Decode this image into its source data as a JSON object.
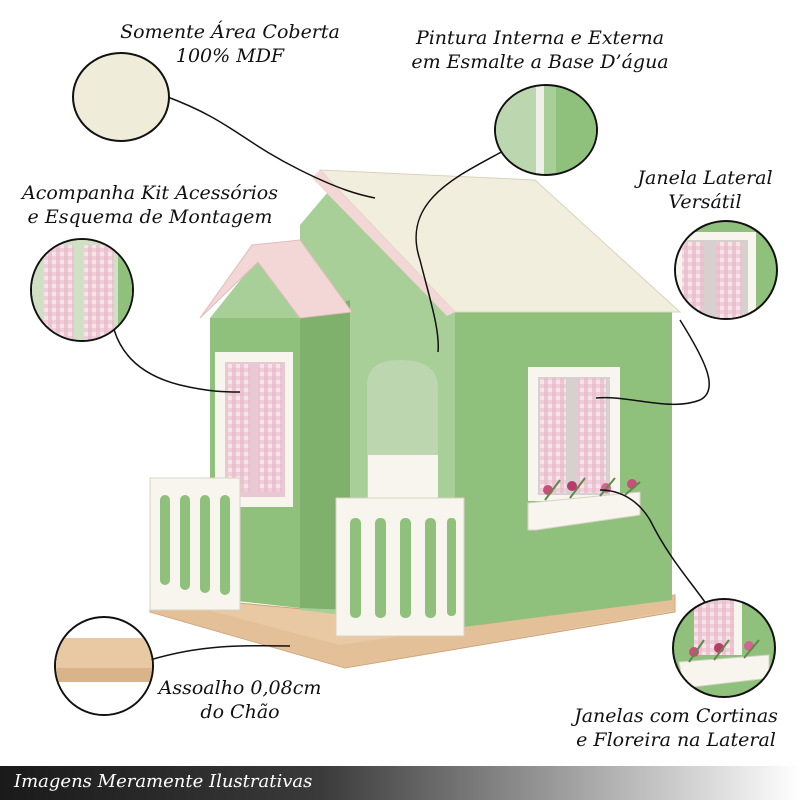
{
  "callouts": {
    "top_left": [
      "Somente Área Coberta",
      "100% MDF"
    ],
    "top_center": [
      "Pintura Interna e Externa",
      "em Esmalte a Base D’água"
    ],
    "left": [
      "Acompanha Kit Acessórios",
      "e Esquema de Montagem"
    ],
    "right": [
      "Janela Lateral",
      "Versátil"
    ],
    "bottom_left": [
      "Assoalho 0,08cm",
      "do Chão"
    ],
    "bottom_right": [
      "Janelas com Cortinas",
      "e Floreira na Lateral"
    ]
  },
  "footer": {
    "caption": "Imagens Meramente Ilustrativas"
  },
  "colors": {
    "wall_green": "#8fc07c",
    "wall_green_dark": "#7fb06c",
    "roof_cream": "#f2eedd",
    "roof_pink": "#f3d6d6",
    "trim_white": "#f8f5ee",
    "floor_wood": "#e9c9a3",
    "curtain_pink": "#e8b9c9"
  },
  "icons": [
    "mdf-swatch-detail",
    "paint-detail",
    "curtain-detail",
    "side-window-detail",
    "floor-detail",
    "flower-box-detail"
  ]
}
